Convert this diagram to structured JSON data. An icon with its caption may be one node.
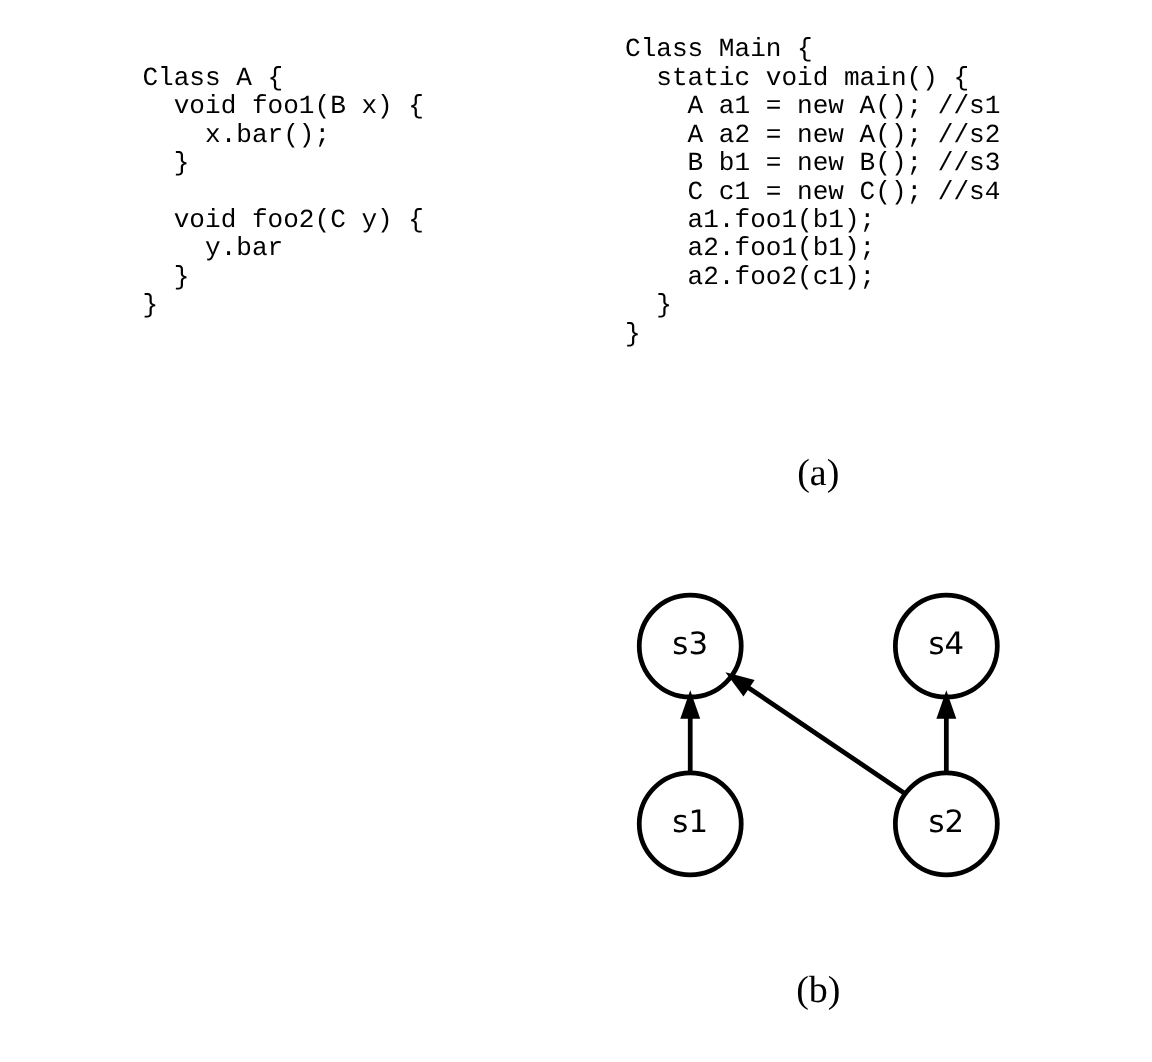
{
  "diagram": {
    "nodes": [
      {
        "text": [
          "s3"
        ]
      },
      {
        "text": [
          "s4"
        ]
      },
      {
        "text": [
          "s1"
        ]
      },
      {
        "text": [
          "s2"
        ]
      }
    ],
    "edges": [
      {
        "from": 2,
        "to": 0,
        "arrow": "to"
      },
      {
        "from": 3,
        "to": 0,
        "arrow": "to"
      },
      {
        "from": 3,
        "to": 1,
        "arrow": "to"
      }
    ],
    "labels": [
      "Class A {",
      "void foo1(B x) {",
      "x.bar();",
      "}",
      "void foo2(C y) {",
      "y.bar",
      "}",
      "}",
      "Class Main {",
      "static void main() {",
      "A a1 = new A(); //s1",
      "A a2 = new A(); //s2",
      "B b1 = new B(); //s3",
      "C c1 = new C(); //s4",
      "a1.foo1(b1);",
      "a2.foo1(b1);",
      "a2.foo2(c1);",
      "}",
      "}",
      "(a)",
      "(b)"
    ]
  }
}
